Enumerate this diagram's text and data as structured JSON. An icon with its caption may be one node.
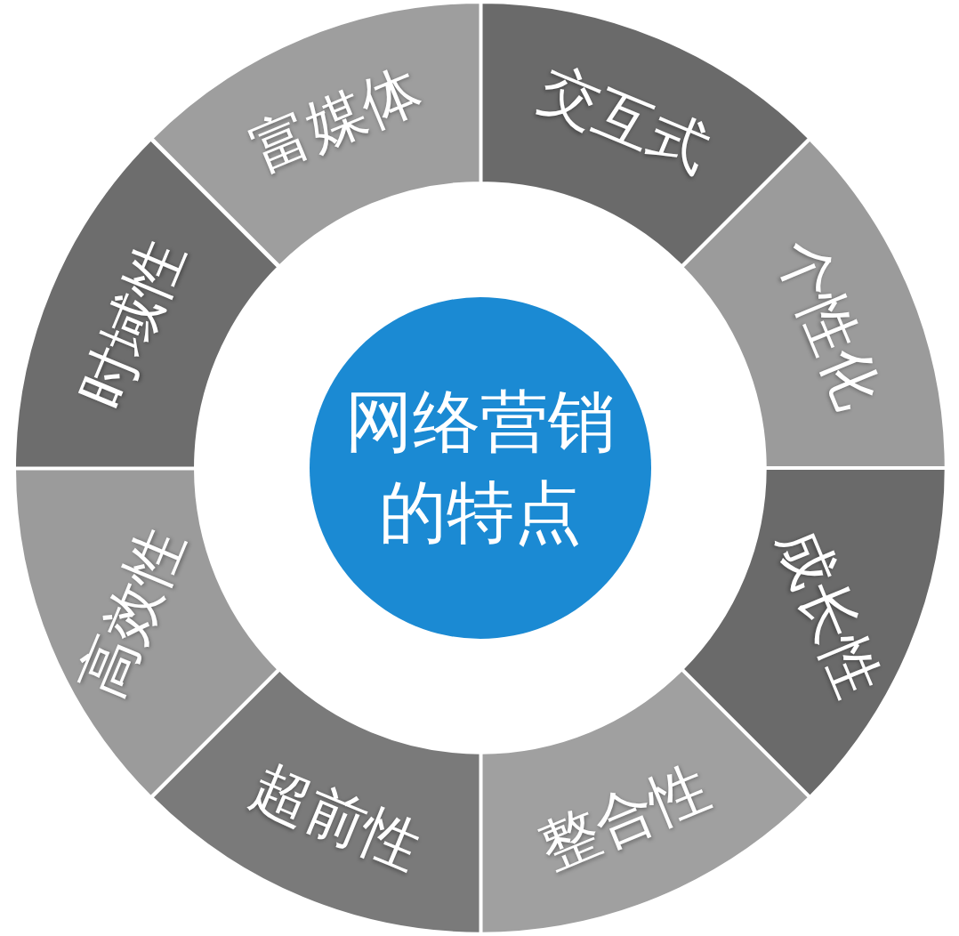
{
  "diagram": {
    "nodes": [
      {
        "text": [
          "网络营销的特点"
        ]
      },
      {
        "text": [
          "交互式"
        ]
      },
      {
        "text": [
          "个性化"
        ]
      },
      {
        "text": [
          "成长性"
        ]
      },
      {
        "text": [
          "整合性"
        ]
      },
      {
        "text": [
          "超前性"
        ]
      },
      {
        "text": [
          "高效性"
        ]
      },
      {
        "text": [
          "时域性"
        ]
      },
      {
        "text": [
          "富媒体"
        ]
      }
    ],
    "edges": []
  }
}
